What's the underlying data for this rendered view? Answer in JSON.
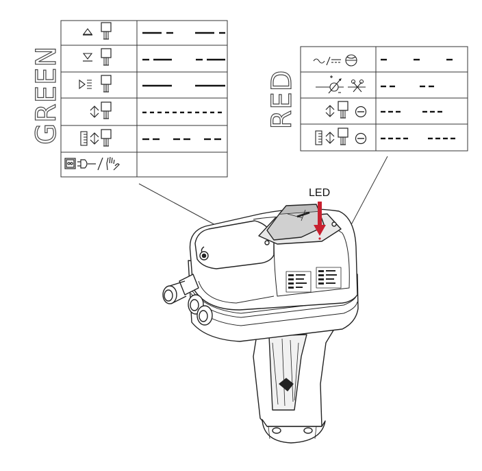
{
  "labels": {
    "green": "GREEN",
    "red": "RED",
    "led": "LED"
  },
  "colors": {
    "led_arrow": "#c8202f",
    "line": "#222222"
  },
  "green_table": {
    "rows": [
      {
        "icon": "open-limit-actuator-icon",
        "pattern": "long-short-pause"
      },
      {
        "icon": "close-limit-actuator-icon",
        "pattern": "short-long-pause"
      },
      {
        "icon": "intermediate-position-actuator-icon",
        "pattern": "continuous"
      },
      {
        "icon": "moving-actuator-icon",
        "pattern": "fast-blink"
      },
      {
        "icon": "adaptation-actuator-icon",
        "pattern": "slow-blink"
      },
      {
        "icon": "power-plug-manual-icon",
        "pattern": "off"
      }
    ]
  },
  "red_table": {
    "rows": [
      {
        "icon": "ac-dc-power-icon",
        "pattern": "sparse-blink"
      },
      {
        "icon": "calibration-fault-icon",
        "pattern": "double-blink"
      },
      {
        "icon": "actuator-stopped-icon",
        "pattern": "triple-blink"
      },
      {
        "icon": "adaptation-stopped-icon",
        "pattern": "quad-blink"
      }
    ]
  }
}
